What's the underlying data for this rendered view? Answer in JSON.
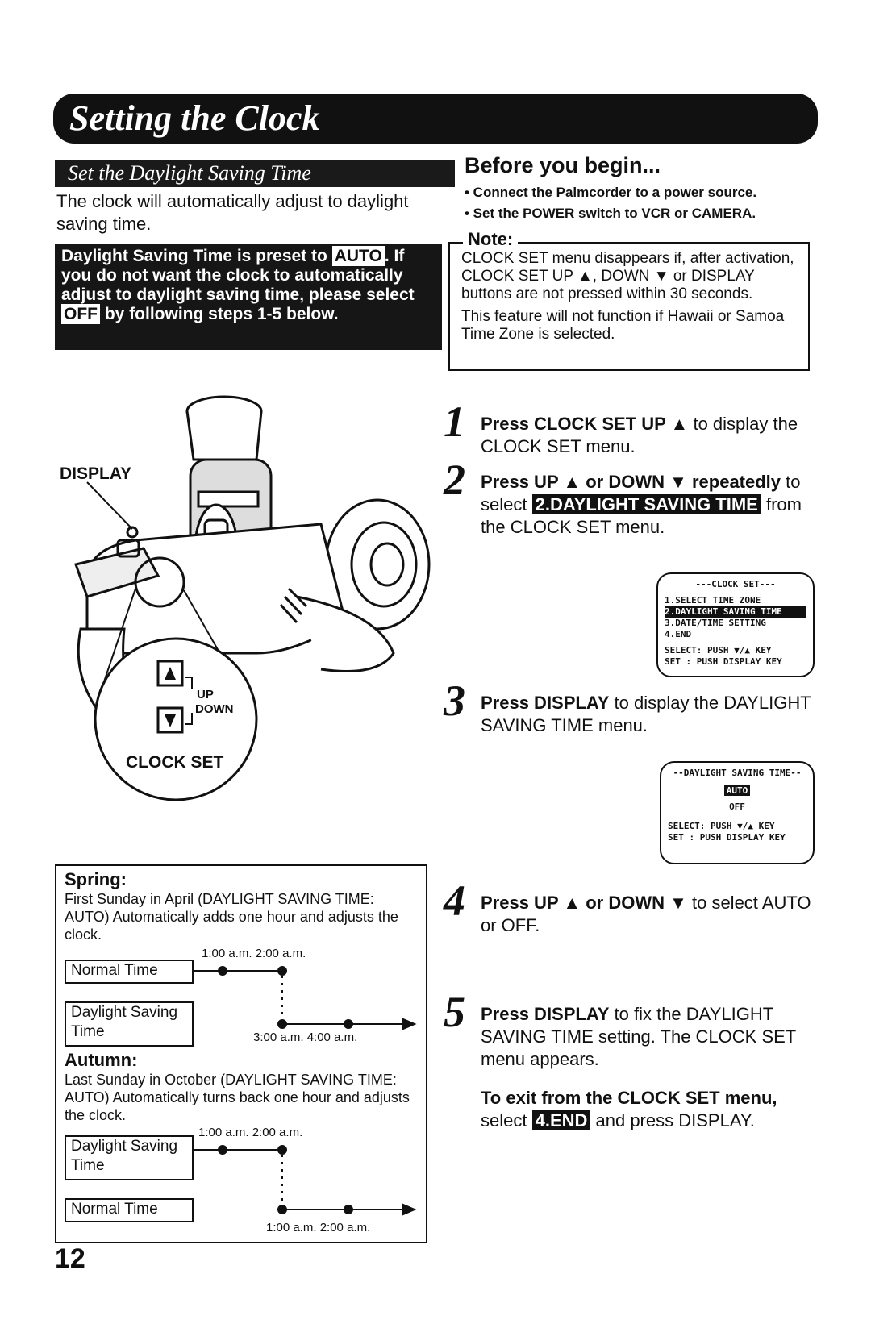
{
  "header": {
    "title": "Setting the Clock"
  },
  "section": {
    "subtitle": "Set the Daylight Saving Time",
    "intro": "The clock will automatically adjust to daylight saving time."
  },
  "preset_notice": {
    "text1": "Daylight Saving Time is preset to ",
    "auto_tag": "AUTO",
    "text2": ". If you do not want the clock to automatically adjust to daylight saving time, please select ",
    "off_tag": "OFF",
    "text3": " by following steps 1-5 below."
  },
  "before": {
    "heading": "Before you begin...",
    "items": [
      "• Connect the Palmcorder to a power source.",
      "• Set the POWER switch to VCR or CAMERA."
    ]
  },
  "note": {
    "label": "Note:",
    "p1": "CLOCK SET menu disappears if, after activation, CLOCK SET UP ▲, DOWN ▼ or DISPLAY buttons are not pressed within 30 seconds.",
    "p2": "This feature will not function if Hawaii or Samoa Time Zone is selected."
  },
  "figure": {
    "display_label": "DISPLAY",
    "up_label": "UP",
    "down_label": "DOWN",
    "clock_set_label": "CLOCK SET"
  },
  "steps": [
    {
      "num": "1",
      "bold": "Press CLOCK SET UP ▲",
      "rest": " to display the CLOCK SET menu."
    },
    {
      "num": "2",
      "bold": "Press UP ▲ or DOWN ▼ repeatedly",
      "pre": " to select ",
      "tag": "2.DAYLIGHT SAVING TIME",
      "rest": " from the CLOCK SET menu."
    },
    {
      "num": "3",
      "bold": "Press DISPLAY",
      "rest": " to display the DAYLIGHT SAVING TIME menu."
    },
    {
      "num": "4",
      "bold": "Press UP ▲ or DOWN ▼",
      "rest": " to select AUTO or OFF."
    },
    {
      "num": "5",
      "bold": "Press DISPLAY",
      "rest": " to fix the DAYLIGHT SAVING TIME setting. The CLOCK SET menu appears."
    }
  ],
  "exit": {
    "bold": "To exit from the CLOCK SET menu,",
    "pre": " select ",
    "tag": "4.END",
    "rest": " and press DISPLAY."
  },
  "menu1": {
    "title": "---CLOCK SET---",
    "items": [
      "1.SELECT TIME ZONE",
      "2.DAYLIGHT SAVING TIME",
      "3.DATE/TIME SETTING",
      "4.END"
    ],
    "select_line": "SELECT: PUSH ▼/▲ KEY",
    "set_line": "SET   : PUSH DISPLAY KEY"
  },
  "menu2": {
    "title": "--DAYLIGHT SAVING TIME--",
    "auto": "AUTO",
    "off": "OFF",
    "select_line": "SELECT: PUSH ▼/▲ KEY",
    "set_line": "SET   : PUSH DISPLAY KEY"
  },
  "spring": {
    "heading": "Spring:",
    "text": "First Sunday in April (DAYLIGHT SAVING TIME: AUTO) Automatically adds one hour and adjusts the clock.",
    "normal_label": "Normal Time",
    "dst_label": "Daylight Saving Time",
    "top_times": "1:00 a.m.  2:00 a.m.",
    "bottom_times": "3:00 a.m.  4:00 a.m."
  },
  "autumn": {
    "heading": "Autumn:",
    "text": "Last Sunday in October (DAYLIGHT SAVING TIME: AUTO) Automatically turns back one hour and adjusts the clock.",
    "dst_label": "Daylight Saving Time",
    "normal_label": "Normal Time",
    "top_times": "1:00 a.m.  2:00 a.m.",
    "bottom_times": "1:00 a.m.  2:00 a.m."
  },
  "page_number": "12"
}
